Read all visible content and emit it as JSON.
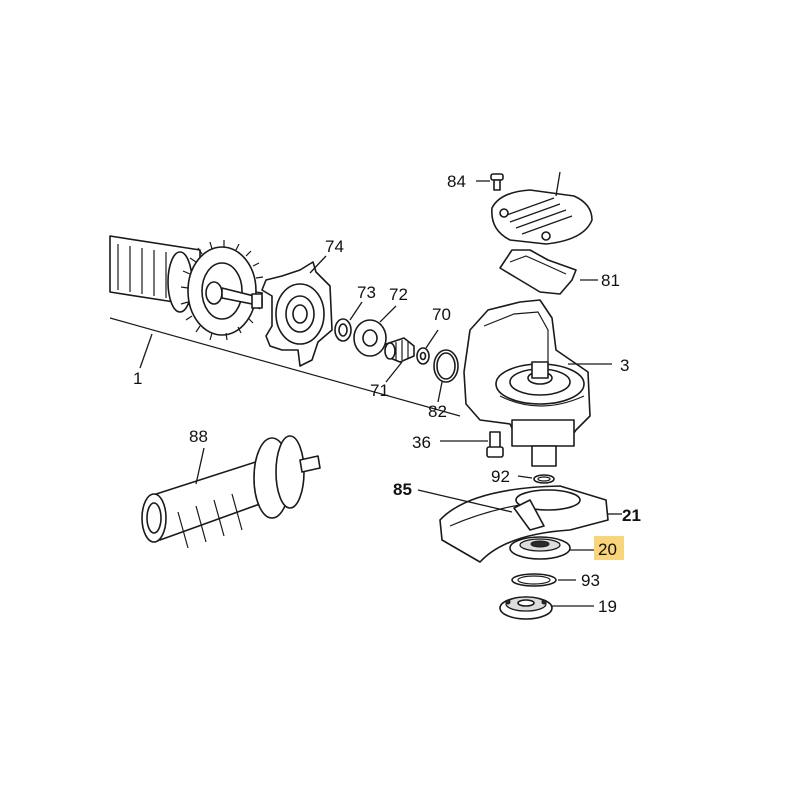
{
  "highlight_color": "#f8d47a",
  "parts": {
    "p1": "1",
    "p3": "3",
    "p19": "19",
    "p20": "20",
    "p21": "21",
    "p36": "36",
    "p70": "70",
    "p71": "71",
    "p72": "72",
    "p73": "73",
    "p74": "74",
    "p81": "81",
    "p82": "82",
    "p84": "84",
    "p85": "85",
    "p88": "88",
    "p92": "92",
    "p93": "93"
  }
}
